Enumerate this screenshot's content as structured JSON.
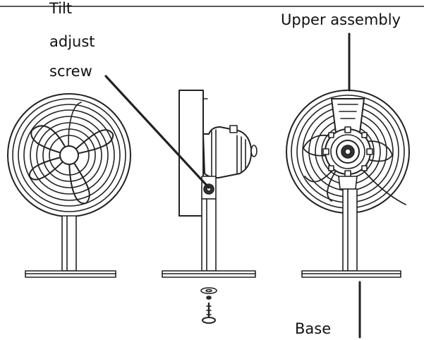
{
  "labels": {
    "tilt_line1": "Tilt",
    "tilt_line2": "adjust",
    "tilt_line3": "screw",
    "upper_assembly": "Upper assembly",
    "base": "Base"
  },
  "colors": {
    "line": "#222222",
    "background": "#ffffff"
  }
}
